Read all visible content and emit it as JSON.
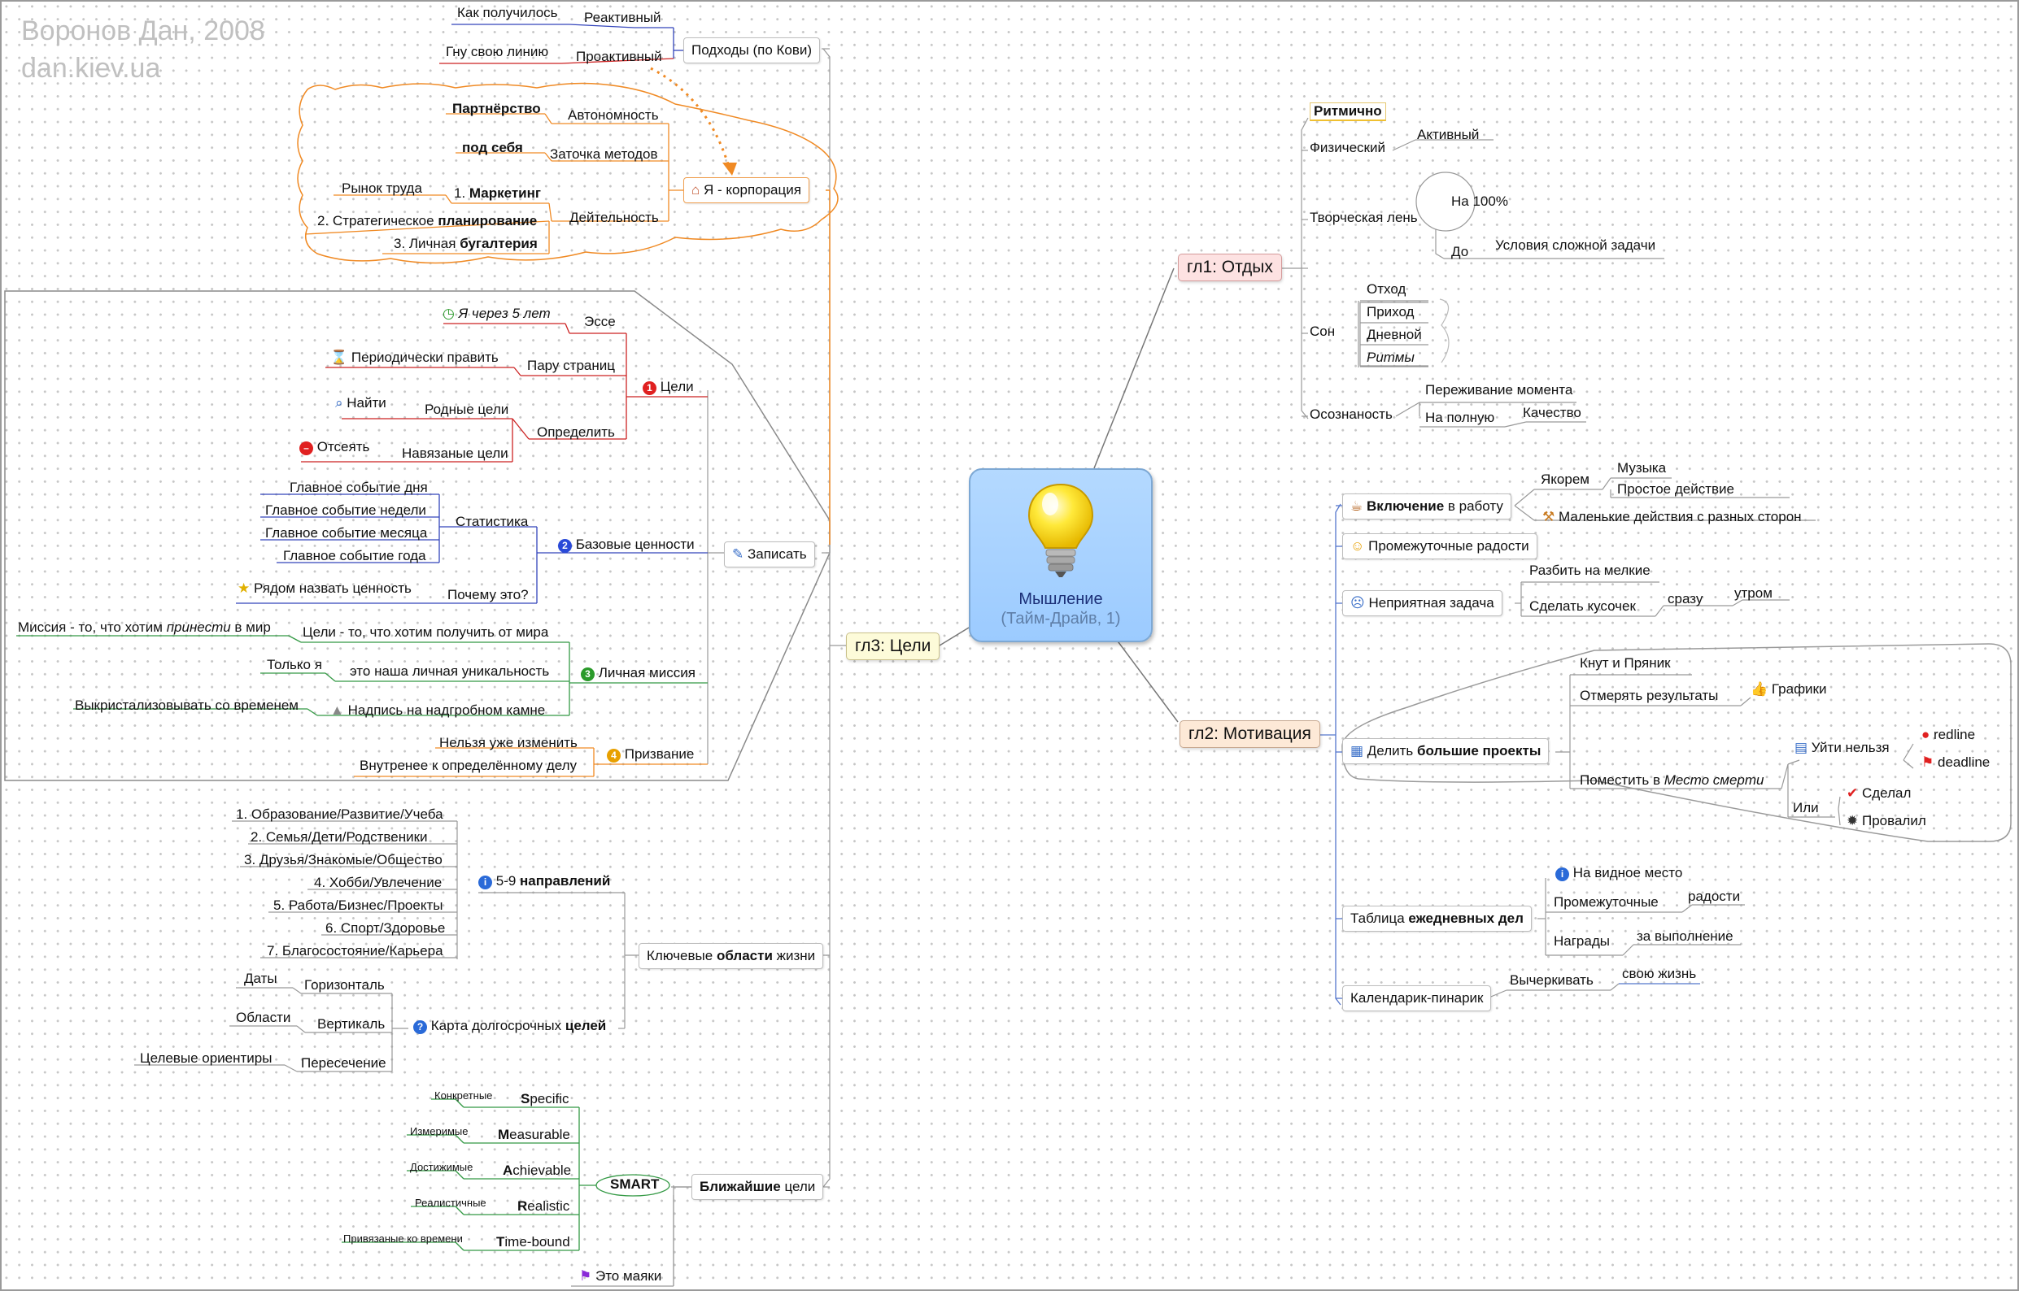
{
  "watermark": {
    "line1": "Воронов Дан, 2008",
    "line2": "dan.kiev.ua"
  },
  "root": {
    "title": "Мышление",
    "subtitle": "(Тайм-Драйв, 1)"
  },
  "branches": {
    "rest": "гл1: Отдых",
    "motivation": "гл2: Мотивация",
    "goals": "гл3: Цели"
  },
  "rest": {
    "rhythm": "Ритмично",
    "physical": "Физический",
    "active": "Активный",
    "creative_laziness": "Творческая лень",
    "hundred": "На 100%",
    "to": "До",
    "hard_task": "Условия сложной задачи",
    "sleep": "Сон",
    "sleep_items": [
      "Отход",
      "Приход",
      "Дневной",
      "Ритмы"
    ],
    "awareness": "Осознаность",
    "experiencing": "Переживание момента",
    "fully": "На полную",
    "quality": "Качество"
  },
  "motivation": {
    "engage_bold": "Включение",
    "engage_rest": " в работу",
    "anchor": "Якорем",
    "music": "Музыка",
    "simple_action": "Простое действие",
    "small_actions": "Маленькие действия с разных сторон",
    "joys": "Промежуточные радости",
    "unpleasant": "Неприятная задача",
    "split_small": "Разбить на мелкие",
    "bite": "Сделать кусочек",
    "immediately": "сразу",
    "morning": "утром",
    "divide_pre": "Делить ",
    "divide_bold": "большие проекты",
    "carrot": "Кнут и Пряник",
    "measure": "Отмерять результаты",
    "charts": "Графики",
    "place_pre": "Поместить в ",
    "place_it": "Место смерти",
    "cant_leave": "Уйти нельзя",
    "redline": "redline",
    "deadline": "deadline",
    "or": "Или",
    "done": "Сделал",
    "failed": "Провалил",
    "table_pre": "Таблица ",
    "table_bold": "ежедневных дел",
    "visible_place": "На видное место",
    "intermediate": "Промежуточные",
    "joys_small": "радости",
    "rewards": "Награды",
    "for_done": "за выполнение",
    "calendar": "Календарик-пинарик",
    "cross_out": "Вычеркивать",
    "own_life": "свою жизнь"
  },
  "goals": {
    "approaches": "Подходы (по Кови)",
    "reactive": "Реактивный",
    "how_went": "Как получилось",
    "proactive": "Проактивный",
    "bend_line": "Гну свою линию",
    "corp": "Я - корпорация",
    "autonomy": "Автономность",
    "partnership": "Партнёрство",
    "sharpen": "Заточка методов",
    "for_self": "под себя",
    "activity": "Дейтельность",
    "labor_market": "Рынок труда",
    "marketing_pre": "1. ",
    "marketing_bold": "Маркетинг",
    "planning_pre": "2. Стратегическое ",
    "planning_bold": "планирование",
    "accounting_pre": "3. Личная ",
    "accounting_bold": "бугалтерия",
    "write": "Записать",
    "targets": "Цели",
    "essay": "Эссе",
    "five_years": "Я через 5 лет",
    "pages": "Пару страниц",
    "revise": "Периодически править",
    "define": "Определить",
    "native": "Родные цели",
    "find": "Найти",
    "imposed": "Навязаные цели",
    "sift": "Отсеять",
    "values": "Базовые ценности",
    "statistics": "Статистика",
    "stat_items": [
      "Главное событие дня",
      "Главное событие недели",
      "Главное событие месяца",
      "Главное событие года"
    ],
    "why": "Почему это?",
    "near_name": "Рядом назвать ценность",
    "mission": "Личная миссия",
    "goals_world": "Цели - то, что хотим получить от мира",
    "mission_pre": "Миссия - то, что хотим ",
    "mission_it": "принести",
    "mission_post": " в мир",
    "uniqueness": "это наша личная уникальность",
    "only_me": "Только я",
    "tombstone": "Надпись на надгробном камне",
    "crystallize": "Выкристализовывать со временем",
    "calling": "Призвание",
    "cant_change": "Нельзя уже изменить",
    "inner_drive": "Внутренее к определённому делу",
    "key_pre": "Ключевые ",
    "key_bold": "области",
    "key_post": " жизни",
    "directions_pre": "5-9 ",
    "directions_bold": "направлений",
    "directions": [
      "1. Образование/Развитие/Учеба",
      "2. Семья/Дети/Родственики",
      "3. Друзья/Знакомые/Общество",
      "4. Хобби/Увлечение",
      "5. Работа/Бизнес/Проекты",
      "6. Спорт/Здоровье",
      "7. Благосостояние/Карьера"
    ],
    "map_pre": "Карта долгосрочных ",
    "map_bold": "целей",
    "horizontal": "Горизонталь",
    "dates": "Даты",
    "vertical": "Вертикаль",
    "areas": "Области",
    "intersection": "Пересечение",
    "target_orient": "Целевые ориентиры",
    "nearest_bold": "Ближайшие",
    "nearest_rest": " цели",
    "smart": "SMART",
    "smart_items": [
      {
        "hint": "Конкретные",
        "letter": "S",
        "rest": "pecific"
      },
      {
        "hint": "Измеримые",
        "letter": "M",
        "rest": "easurable"
      },
      {
        "hint": "Достижимые",
        "letter": "A",
        "rest": "chievable"
      },
      {
        "hint": "Реалистичные",
        "letter": "R",
        "rest": "ealistic"
      },
      {
        "hint": "Привязаные ко времени",
        "letter": "T",
        "rest": "ime-bound"
      }
    ],
    "beacons": "Это маяки"
  }
}
